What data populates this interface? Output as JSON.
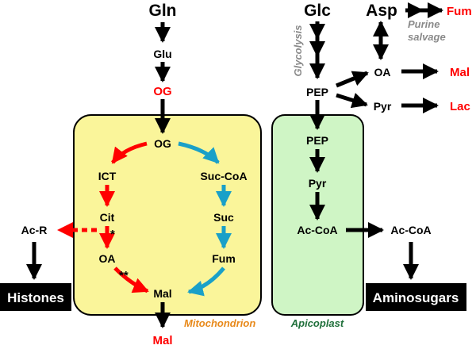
{
  "colors": {
    "black": "#000000",
    "red": "#ff0000",
    "cyan": "#1aa0c8",
    "mito_fill": "#faf59a",
    "apico_fill": "#cff5c5",
    "mito_label": "#e8891a",
    "apico_label": "#1f6f3a",
    "note_gray": "#8a8a8a"
  },
  "top": {
    "gln": "Gln",
    "glu": "Glu",
    "og_outer": "OG",
    "glc": "Glc",
    "asp": "Asp",
    "fum_out": "Fum",
    "purine": "Purine",
    "salvage": "salvage",
    "glycolysis": "Glycolysis",
    "pep_outer": "PEP",
    "oa_outer": "OA",
    "mal_out_top": "Mal",
    "pyr_outer": "Pyr",
    "lac_out": "Lac"
  },
  "mitochondrion": {
    "label": "Mitochondrion",
    "og": "OG",
    "ict": "ICT",
    "cit": "Cit",
    "oa": "OA",
    "suc_coa": "Suc-CoA",
    "suc": "Suc",
    "fum": "Fum",
    "mal": "Mal",
    "star1": "*",
    "star2": "**"
  },
  "apicoplast": {
    "label": "Apicoplast",
    "pep": "PEP",
    "pyr": "Pyr",
    "acoa": "Ac-CoA"
  },
  "outside": {
    "ac_r": "Ac-R",
    "histones": "Histones",
    "acoa_right": "Ac-CoA",
    "aminosugars": "Aminosugars",
    "mal_bottom": "Mal"
  }
}
